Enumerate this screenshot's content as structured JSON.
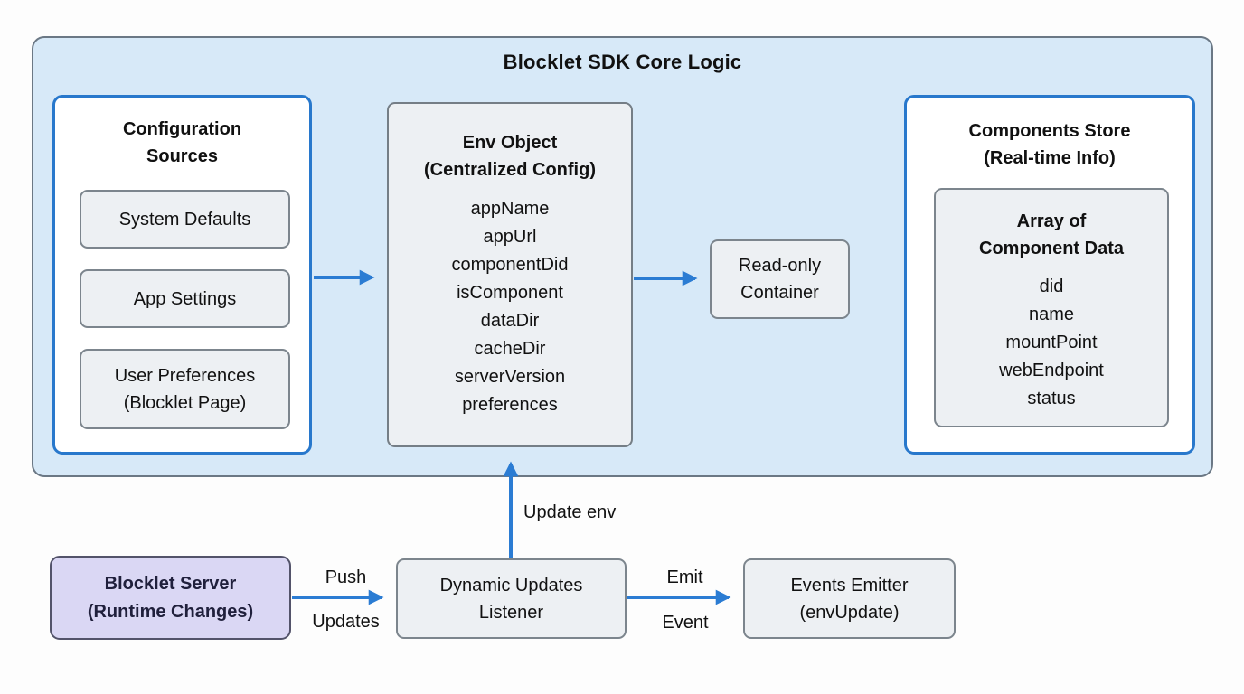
{
  "colors": {
    "accent_blue": "#2b7cd3",
    "container_bg": "#d7e9f8",
    "panel_border_blue": "#2878cc",
    "gray_box_bg": "#edf0f3",
    "lavender_box_bg": "#dad7f4"
  },
  "diagram": {
    "title": "Blocklet SDK Core Logic",
    "config_sources": {
      "title": "Configuration\nSources",
      "items": [
        {
          "label": "System Defaults"
        },
        {
          "label": "App Settings"
        },
        {
          "label": "User Preferences\n(Blocklet Page)"
        }
      ]
    },
    "env_object": {
      "title": "Env Object\n(Centralized Config)",
      "fields": "appName\nappUrl\ncomponentDid\nisComponent\ndataDir\ncacheDir\nserverVersion\npreferences"
    },
    "readonly_container": {
      "label": "Read-only\nContainer"
    },
    "components_store": {
      "title": "Components Store\n(Real-time Info)",
      "array_box": {
        "title": "Array of\nComponent Data",
        "fields": "did\nname\nmountPoint\nwebEndpoint\nstatus"
      }
    },
    "blocklet_server": {
      "label": "Blocklet Server\n(Runtime Changes)"
    },
    "dynamic_updates_listener": {
      "label": "Dynamic Updates\nListener"
    },
    "events_emitter": {
      "label": "Events Emitter\n(envUpdate)"
    },
    "arrow_labels": {
      "update_env": "Update env",
      "push": "Push",
      "updates": "Updates",
      "emit": "Emit",
      "event": "Event"
    }
  }
}
